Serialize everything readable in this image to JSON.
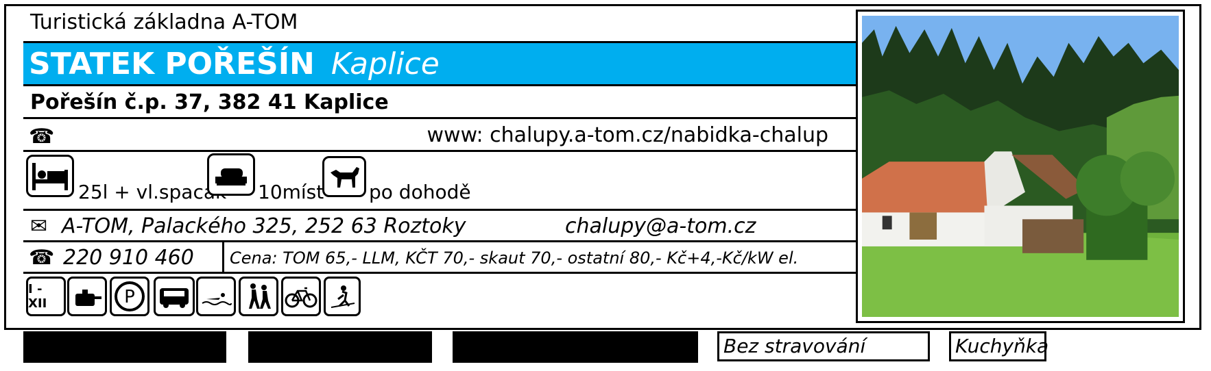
{
  "header": {
    "subtitle": "Turistická základna A-TOM",
    "name": "STATEK POŘEŠÍN",
    "town": "Kaplice"
  },
  "address": "Pořešín č.p. 37, 382 41 Kaplice",
  "contact": {
    "phone_icon": "telephone-icon",
    "web": "www: chalupy.a-tom.cz/nabidka-chalup"
  },
  "capacity": {
    "beds_label": "25l + vl.spacák",
    "sleeping_label": "10míst",
    "dogs_label": "po dohodě"
  },
  "postal": {
    "icon": "envelope-icon",
    "address": "A-TOM, Palackého 325, 252 63 Roztoky",
    "email": "chalupy@a-tom.cz"
  },
  "booking": {
    "phone": "220 910 460",
    "price": "Cena: TOM 65,- LLM, KČT 70,- skaut 70,- ostatní 80,- Kč+4,-Kč/kW el."
  },
  "amenities": {
    "season_label": "I - XII"
  },
  "footer": {
    "board": "Bez stravování",
    "kitchen": "Kuchyňka"
  },
  "colors": {
    "title_band": "#00aeef"
  }
}
